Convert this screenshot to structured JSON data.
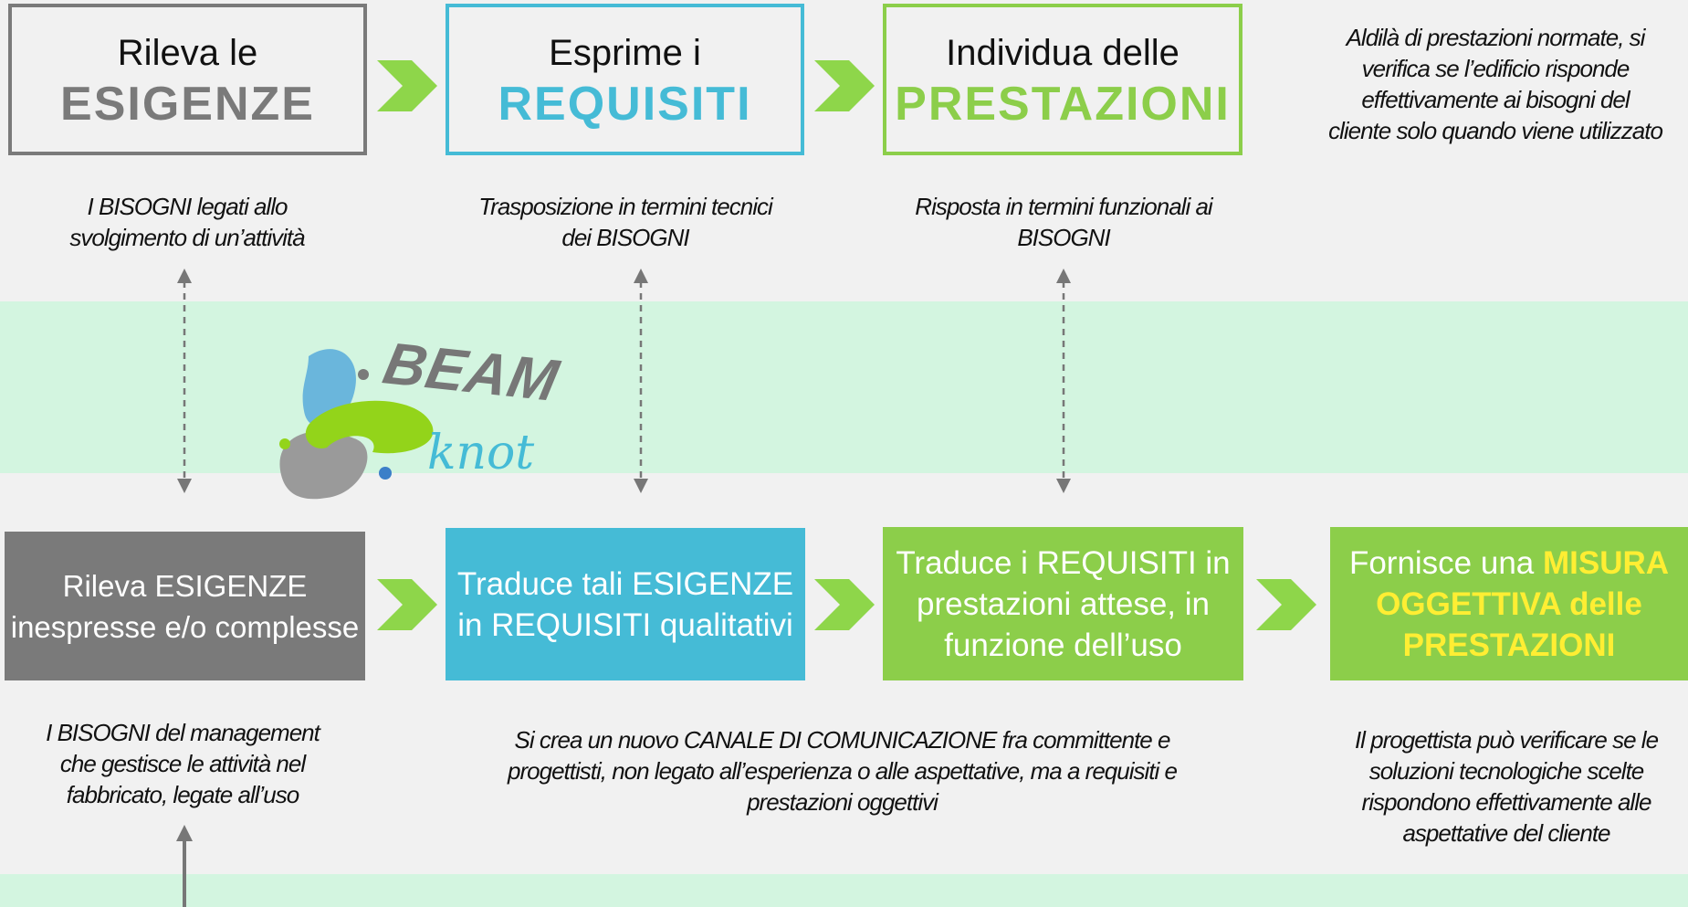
{
  "colors": {
    "gray": "#7a7a7a",
    "blue": "#45bbd6",
    "green": "#8cce4a",
    "arrow_green": "#8ed64a",
    "band": "#d3f5e0",
    "highlight": "#ffee33"
  },
  "top_row": {
    "box1": {
      "line1": "Rileva le",
      "line2": "ESIGENZE"
    },
    "box2": {
      "line1": "Esprime i",
      "line2": "REQUISITI"
    },
    "box3": {
      "line1": "Individua delle",
      "line2": "PRESTAZIONI"
    },
    "note_lines": [
      "Aldilà di prestazioni normate, si",
      "verifica se l’edificio risponde",
      "effettivamente ai bisogni del",
      "cliente solo quando viene utilizzato"
    ]
  },
  "top_desc": {
    "d1": [
      "I BISOGNI legati allo",
      "svolgimento di un’attività"
    ],
    "d2": [
      "Trasposizione in termini tecnici",
      "dei BISOGNI"
    ],
    "d3": [
      "Risposta in termini funzionali ai",
      "BISOGNI"
    ]
  },
  "logo": {
    "line1": "BEAM",
    "line2": "knot"
  },
  "bottom_row": {
    "box1": [
      "Rileva ESIGENZE",
      "inespresse e/o complesse"
    ],
    "box2": [
      "Traduce tali ESIGENZE",
      "in REQUISITI qualitativi"
    ],
    "box3": [
      "Traduce i REQUISITI in",
      "prestazioni attese, in",
      "funzione dell’uso"
    ],
    "box4": {
      "prefix": "Fornisce una ",
      "highlight1": "MISURA",
      "highlight2": "OGGETTIVA delle",
      "highlight3": "PRESTAZIONI"
    }
  },
  "bottom_desc": {
    "d1": [
      "I BISOGNI del management",
      "che gestisce le attività nel",
      "fabbricato, legate all’uso"
    ],
    "d2": [
      "Si crea un nuovo CANALE DI COMUNICAZIONE fra committente e",
      "progettisti, non legato all’esperienza o alle aspettative, ma a requisiti e",
      "prestazioni oggettivi"
    ],
    "d3": [
      "Il progettista può verificare se le",
      "soluzioni tecnologiche scelte",
      "rispondono effettivamente alle",
      "aspettative del cliente"
    ]
  }
}
